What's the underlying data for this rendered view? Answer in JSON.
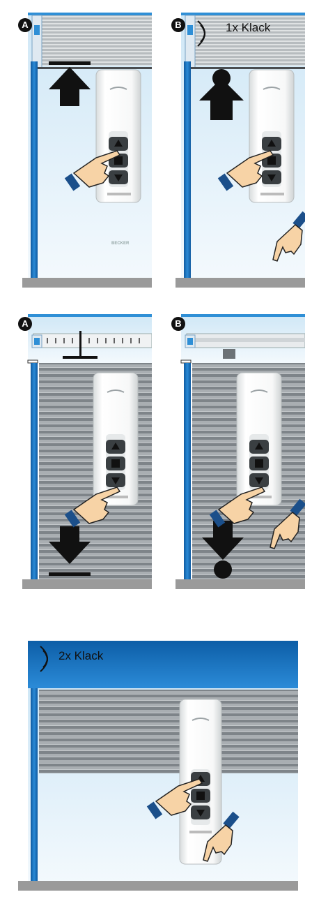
{
  "labels": {
    "step_a": "A",
    "step_b": "B",
    "klack_once": "1x Klack",
    "klack_twice": "2x Klack",
    "brand": "BECKER"
  },
  "icons": [
    "sound-wave-icon",
    "arrow-up-icon",
    "arrow-down-icon",
    "hand-pointer-icon",
    "stop-square-icon"
  ],
  "colors": {
    "frame_blue": "#1a74c0",
    "sky": "#d8edf8",
    "shutter_gray": "#8d9297",
    "floor_gray": "#9a9a9a"
  }
}
